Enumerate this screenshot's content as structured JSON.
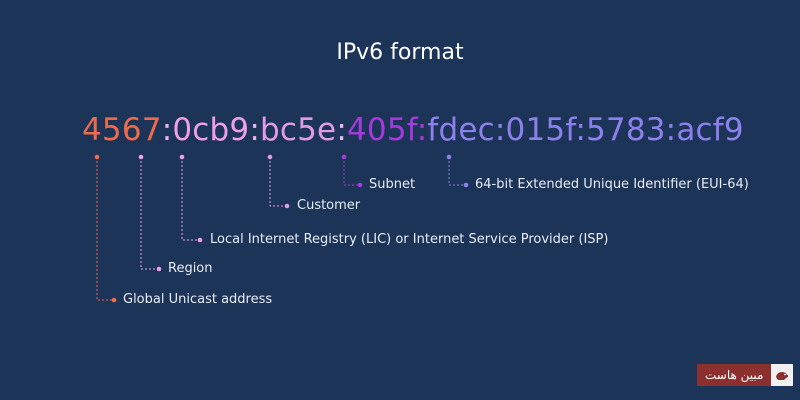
{
  "title": "IPv6 format",
  "address": {
    "segments": [
      {
        "text": "4567",
        "color": "#ee6a4c"
      },
      {
        "text": ":",
        "color": "#e7b6ee"
      },
      {
        "text": "0cb9",
        "color": "#ef9ee8"
      },
      {
        "text": ":",
        "color": "#e7b6ee"
      },
      {
        "text": "bc5e",
        "color": "#df9be6"
      },
      {
        "text": ":",
        "color": "#e7b6ee"
      },
      {
        "text": "405f",
        "color": "#a23bd9"
      },
      {
        "text": ":",
        "color": "#a23bd9"
      },
      {
        "text": "fdec:015f:5783:acf9",
        "color": "#8e80ec"
      }
    ]
  },
  "labels": {
    "subnet": "Subnet",
    "eui": "64-bit Extended Unique Identifier (EUI-64)",
    "customer": "Customer",
    "registry": "Local Internet Registry (LIC) or Internet Service Provider (ISP)",
    "region": "Region",
    "global": "Global Unicast address"
  },
  "colors": {
    "background": "#1c3458",
    "global": "#ee6a4c",
    "region": "#ef9ee8",
    "registry": "#ef9ee8",
    "customer": "#df9be6",
    "subnet": "#a23bd9",
    "eui": "#8e80ec"
  },
  "watermark": {
    "text": "مبین هاست",
    "icon": "hosting-logo-icon"
  }
}
